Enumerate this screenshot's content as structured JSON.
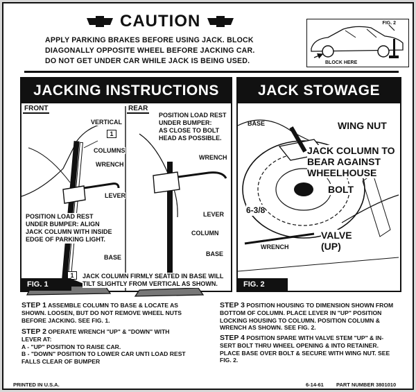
{
  "caution": {
    "title": "CAUTION",
    "lines": [
      "APPLY PARKING BRAKES BEFORE USING JACK. BLOCK",
      "DIAGONALLY OPPOSITE WHEEL BEFORE JACKING CAR.",
      "DO NOT GET UNDER CAR WHILE JACK IS BEING USED."
    ]
  },
  "inset": {
    "fig_label": "FIG. 2",
    "block_label": "BLOCK HERE"
  },
  "jacking": {
    "title": "JACKING INSTRUCTIONS",
    "front_label": "FRONT",
    "rear_label": "REAR",
    "labels": {
      "vertical": "VERTICAL",
      "columns": "COLUMNS",
      "wrench_front": "WRENCH",
      "lever_front": "LEVER",
      "base_front": "BASE",
      "position_front": "POSITION LOAD REST\nUNDER BUMPER: ALIGN\nJACK COLUMN WITH INSIDE\nEDGE OF PARKING LIGHT.",
      "position_rear": "POSITION LOAD REST\nUNDER BUMPER:\nAS CLOSE TO BOLT\nHEAD AS POSSIBLE.",
      "wrench_rear": "WRENCH",
      "lever_rear": "LEVER",
      "column_rear": "COLUMN",
      "base_rear": "BASE",
      "box_marker": "1",
      "note": "JACK COLUMN FIRMLY SEATED IN BASE WILL\nTILT SLIGHTLY FROM VERTICAL AS SHOWN."
    },
    "fig": "FIG. 1"
  },
  "stowage": {
    "title": "JACK STOWAGE",
    "labels": {
      "base": "BASE",
      "wing_nut": "WING NUT",
      "jack_column": "JACK COLUMN TO\nBEAR AGAINST\nWHEELHOUSE",
      "bolt": "BOLT",
      "dimension": "6-3/8",
      "valve": "VALVE\n(UP)",
      "wrench": "WRENCH"
    },
    "fig": "FIG. 2"
  },
  "steps": {
    "step1_label": "STEP 1",
    "step1_text": "ASSEMBLE COLUMN TO BASE & LOCATE AS\nSHOWN. LOOSEN, BUT DO NOT REMOVE WHEEL NUTS\nBEFORE JACKING.  SEE FIG. 1.",
    "step2_label": "STEP 2",
    "step2_text": "OPERATE WRENCH \"UP\" & \"DOWN\" WITH\nLEVER AT:\nA - \"UP\" POSITION TO RAISE CAR.\nB - \"DOWN\" POSITION TO LOWER CAR UNTI LOAD REST\n      FALLS CLEAR OF BUMPER",
    "step3_label": "STEP 3",
    "step3_text": "POSITION HOUSING TO DIMENSION SHOWN FROM\nBOTTOM OF COLUMN.  PLACE LEVER IN \"UP\" POSITION\nLOCKING HOUSING TO COLUMN.  POSITION COLUMN &\nWRENCH AS SHOWN.  SEE FIG. 2.",
    "step4_label": "STEP 4",
    "step4_text": "POSITION SPARE WITH VALVE STEM \"UP\" & IN-\nSERT BOLT THRU WHEEL OPENING & INTO RETAINER.\nPLACE BASE OVER BOLT & SECURE WITH WING NUT. SEE\nFIG. 2."
  },
  "footer": {
    "printed": "PRINTED IN U.S.A.",
    "date": "6-14-61",
    "part": "PART NUMBER 3801010"
  }
}
